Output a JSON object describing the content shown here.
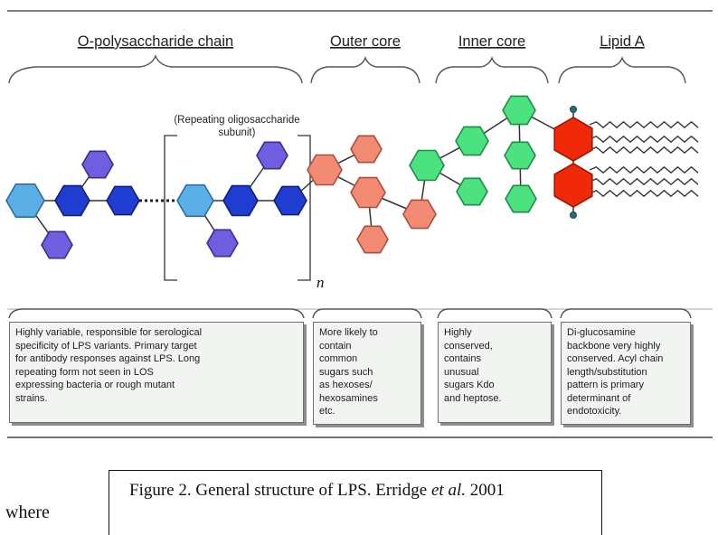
{
  "sections": {
    "o_polysaccharide": "O-polysaccharide chain",
    "outer_core": "Outer core",
    "inner_core": "Inner core",
    "lipid_a": "Lipid A"
  },
  "subunit_label": [
    "(Repeating oligosaccharide",
    "subunit)"
  ],
  "repeat_symbol": "n",
  "descriptions": {
    "o_polysaccharide": [
      "Highly variable, responsible for serological",
      "specificity of LPS variants. Primary target",
      "for antibody responses against LPS. Long",
      "repeating form not seen in LOS",
      "expressing bacteria or rough mutant",
      "strains."
    ],
    "outer_core": [
      "More likely to",
      "contain",
      "common",
      "sugars such",
      "as hexoses/",
      "hexosamines",
      "etc."
    ],
    "inner_core": [
      "Highly",
      "conserved,",
      "contains",
      "unusual",
      "sugars Kdo",
      "and heptose."
    ],
    "lipid_a": [
      "Di-glucosamine",
      "backbone very highly",
      "conserved. Acyl chain",
      "length/substitution",
      "pattern is primary",
      "determinant of",
      "endotoxicity."
    ]
  },
  "where_text": "where",
  "caption": {
    "prefix": "Figure 2. General structure of LPS. Erridge ",
    "etal": "et al.",
    "year": " 2001"
  },
  "colors": {
    "light_blue": "#5ab0e6",
    "dark_blue": "#1f3dd0",
    "violet": "#6f5fe0",
    "salmon": "#f28a74",
    "green": "#4ce27f",
    "red": "#f02a08"
  }
}
